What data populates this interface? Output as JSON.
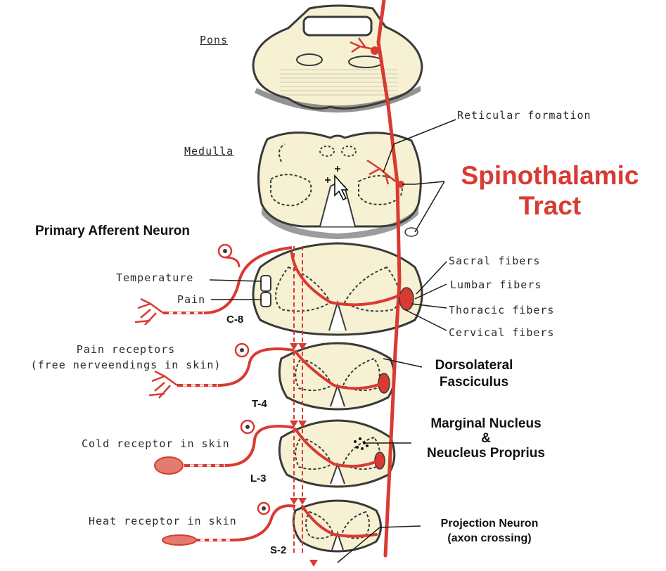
{
  "title": {
    "line1": "Spinothalamic",
    "line2": "Tract"
  },
  "levels": {
    "pons": "Pons",
    "medulla": "Medulla",
    "c8": "C-8",
    "t4": "T-4",
    "l3": "L-3",
    "s2": "S-2"
  },
  "labels": {
    "reticular_formation": "Reticular formation",
    "primary_afferent_neuron": "Primary Afferent Neuron",
    "temperature": "Temperature",
    "pain": "Pain",
    "sacral_fibers": "Sacral fibers",
    "lumbar_fibers": "Lumbar fibers",
    "thoracic_fibers": "Thoracic fibers",
    "cervical_fibers": "Cervical fibers",
    "pain_receptors_line1": "Pain receptors",
    "pain_receptors_line2": "(free nerveendings in skin)",
    "dorsolateral_line1": "Dorsolateral",
    "dorsolateral_line2": "Fasciculus",
    "marginal_line1": "Marginal Nucleus",
    "marginal_line2": "&",
    "marginal_line3": "Neucleus Proprius",
    "cold_receptor": "Cold receptor in skin",
    "heat_receptor": "Heat receptor in skin",
    "projection_line1": "Projection Neuron",
    "projection_line2": "(axon crossing)"
  },
  "colors": {
    "tract_red": "#d93a32",
    "tissue_fill": "#f7f1d4",
    "outline": "#3a3a3a"
  }
}
